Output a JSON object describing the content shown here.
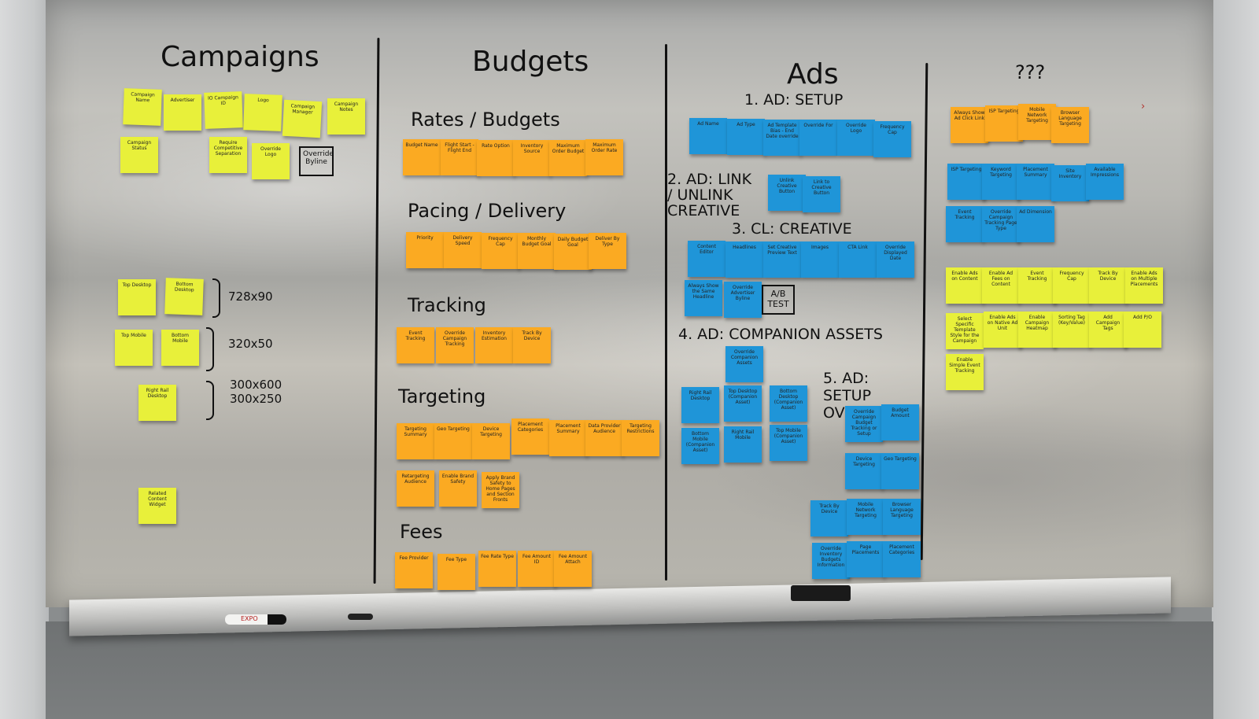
{
  "columns": {
    "campaigns": {
      "title": "Campaigns",
      "notes_top": [
        "Campaign Name",
        "Advertiser",
        "IO Campaign ID",
        "Logo",
        "Campaign Manager",
        "Campaign Notes",
        "Campaign Status",
        "Require Competitive Separation",
        "Override Logo"
      ],
      "boxed": "Override Byline",
      "ad_units": [
        {
          "label": "Top Desktop"
        },
        {
          "label": "Bottom Desktop"
        },
        {
          "label": "Top Mobile"
        },
        {
          "label": "Bottom Mobile"
        },
        {
          "label": "Right Rail Desktop"
        },
        {
          "label": "Related Content Widget"
        }
      ],
      "sizes": [
        "728x90",
        "320x50",
        "300x600",
        "300x250"
      ]
    },
    "budgets": {
      "title": "Budgets",
      "sections": [
        {
          "title": "Rates / Budgets",
          "notes": [
            "Budget Name",
            "Flight Start - Flight End",
            "Rate Option",
            "Inventory Source",
            "Maximum Order Budget",
            "Maximum Order Rate"
          ]
        },
        {
          "title": "Pacing / Delivery",
          "notes": [
            "Priority",
            "Delivery Speed",
            "Frequency Cap",
            "Monthly Budget Goal",
            "Daily Budget Goal",
            "Deliver By Type"
          ]
        },
        {
          "title": "Tracking",
          "notes": [
            "Event Tracking",
            "Override Campaign Tracking",
            "Inventory Estimation",
            "Track By Device"
          ]
        },
        {
          "title": "Targeting",
          "notes": [
            "Targeting Summary",
            "Geo Targeting",
            "Device Targeting",
            "Placement Categories",
            "Placement Summary",
            "Data Provider Audience",
            "Targeting Restrictions",
            "Retargeting Audience",
            "Enable Brand Safety",
            "Apply Brand Safety to Home Pages and Section Fronts"
          ]
        },
        {
          "title": "Fees",
          "notes": [
            "Fee Provider",
            "Fee Type",
            "Fee Rate Type",
            "Fee Amount ID",
            "Fee Amount Attach"
          ]
        }
      ]
    },
    "ads": {
      "title": "Ads",
      "sections": [
        {
          "title": "1. AD: SETUP",
          "notes": [
            "Ad Name",
            "Ad Type",
            "Ad Template Bias - End Date override",
            "Override For",
            "Override Logo",
            "Frequency Cap"
          ]
        },
        {
          "title": "2. AD: LINK / UNLINK CREATIVE",
          "notes": [
            "Unlink Creative Button",
            "Link to Creative Button"
          ]
        },
        {
          "title": "3. CL: CREATIVE",
          "notes": [
            "Content Editor",
            "Headlines",
            "Set Creative Preview Text",
            "Images",
            "CTA Link",
            "Override Displayed Date",
            "Always Show the Same Headline",
            "Override Advertiser Byline"
          ],
          "boxed": "A/B TEST"
        },
        {
          "title": "4. AD: COMPANION ASSETS",
          "notes": [
            "Override Companion Assets",
            "Right Rail Desktop",
            "Top Desktop (Companion Asset)",
            "Bottom Desktop (Companion Asset)",
            "Bottom Mobile (Companion Asset)",
            "Right Rail Mobile",
            "Top Mobile (Companion Asset)"
          ]
        },
        {
          "title": "5. AD: SETUP OVERRIDE",
          "notes": [
            "Override Campaign Budget Tracking or Setup",
            "Budget Amount",
            "Device Targeting",
            "Geo Targeting",
            "Track By Device",
            "Mobile Network Targeting",
            "Browser Language Targeting",
            "Override Inventory Budgets Information",
            "Page Placements",
            "Placement Categories"
          ]
        }
      ]
    },
    "unknown": {
      "title": "???",
      "orange": [
        "Always Show Ad Click Link",
        "ISP Targeting",
        "Mobile Network Targeting",
        "Browser Language Targeting"
      ],
      "blue": [
        "ISP Targeting",
        "Keyword Targeting",
        "Placement Summary",
        "Site Inventory",
        "Available Impressions",
        "Event Tracking",
        "Override Campaign Tracking Page Type",
        "Ad Dimension"
      ],
      "yellow": [
        "Enable Ads on Content",
        "Enable Ad Fees on Content",
        "Event Tracking",
        "Frequency Cap",
        "Track By Device",
        "Enable Ads on Multiple Placements",
        "Select Specific Template Style for the Campaign",
        "Enable Ads on Native Ad Unit",
        "Enable Campaign Heatmap",
        "Sorting Tag (Key/Value)",
        "Add Campaign Tags",
        "Add P/O",
        "Enable Simple Event Tracking"
      ]
    }
  },
  "tray": {
    "marker_label": "EXPO"
  },
  "colors": {
    "yellow": "#e8f03a",
    "orange": "#fbaa22",
    "blue": "#1f95d8"
  }
}
